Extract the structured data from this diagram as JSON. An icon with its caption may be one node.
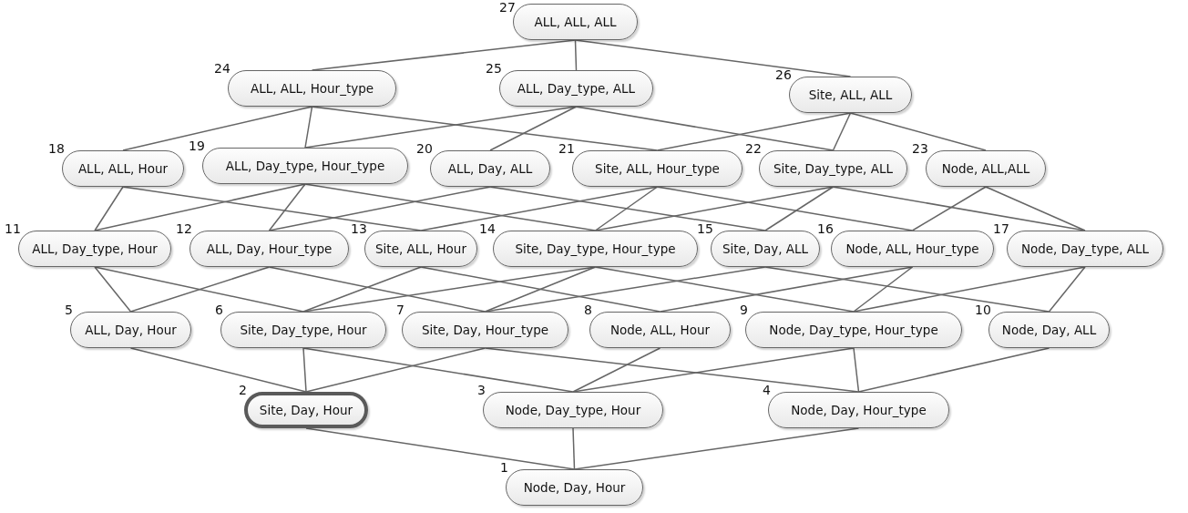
{
  "diagram": {
    "nodes": [
      {
        "text": [
          "ALL, ALL, ALL"
        ],
        "beside": [
          "27"
        ]
      },
      {
        "text": [
          "ALL, ALL, Hour_type"
        ],
        "beside": [
          "24"
        ]
      },
      {
        "text": [
          "ALL, Day_type, ALL"
        ],
        "beside": [
          "25"
        ]
      },
      {
        "text": [
          "Site, ALL, ALL"
        ],
        "beside": [
          "26"
        ]
      },
      {
        "text": [
          "ALL, ALL, Hour"
        ],
        "beside": [
          "18"
        ]
      },
      {
        "text": [
          "ALL, Day_type, Hour_type"
        ],
        "beside": [
          "19"
        ]
      },
      {
        "text": [
          "ALL, Day, ALL"
        ],
        "beside": [
          "20"
        ]
      },
      {
        "text": [
          "Site, ALL, Hour_type"
        ],
        "beside": [
          "21"
        ]
      },
      {
        "text": [
          "Site, Day_type, ALL"
        ],
        "beside": [
          "22"
        ]
      },
      {
        "text": [
          "Node, ALL,ALL"
        ],
        "beside": [
          "23"
        ]
      },
      {
        "text": [
          "ALL, Day_type, Hour"
        ],
        "beside": [
          "11"
        ]
      },
      {
        "text": [
          "ALL, Day, Hour_type"
        ],
        "beside": [
          "12"
        ]
      },
      {
        "text": [
          "Site, ALL, Hour"
        ],
        "beside": [
          "13"
        ]
      },
      {
        "text": [
          "Site, Day_type, Hour_type"
        ],
        "beside": [
          "14"
        ]
      },
      {
        "text": [
          "Site, Day, ALL"
        ],
        "beside": [
          "15"
        ]
      },
      {
        "text": [
          "Node, ALL, Hour_type"
        ],
        "beside": [
          "16"
        ]
      },
      {
        "text": [
          "Node, Day_type, ALL"
        ],
        "beside": [
          "17"
        ]
      },
      {
        "text": [
          "ALL, Day, Hour"
        ],
        "beside": [
          "5"
        ]
      },
      {
        "text": [
          "Site, Day_type, Hour"
        ],
        "beside": [
          "6"
        ]
      },
      {
        "text": [
          "Site, Day, Hour_type"
        ],
        "beside": [
          "7"
        ]
      },
      {
        "text": [
          "Node, ALL, Hour"
        ],
        "beside": [
          "8"
        ]
      },
      {
        "text": [
          "Node, Day_type, Hour_type"
        ],
        "beside": [
          "9"
        ]
      },
      {
        "text": [
          "Node, Day, ALL"
        ],
        "beside": [
          "10"
        ]
      },
      {
        "text": [
          "Site, Day, Hour"
        ],
        "beside": [
          "2"
        ]
      },
      {
        "text": [
          "Node, Day_type, Hour"
        ],
        "beside": [
          "3"
        ]
      },
      {
        "text": [
          "Node, Day, Hour_type"
        ],
        "beside": [
          "4"
        ]
      },
      {
        "text": [
          "Node, Day, Hour"
        ],
        "beside": [
          "1"
        ]
      }
    ],
    "edges": [
      {
        "from": 0,
        "to": 1,
        "arrow": "none"
      },
      {
        "from": 0,
        "to": 2,
        "arrow": "none"
      },
      {
        "from": 0,
        "to": 3,
        "arrow": "none"
      },
      {
        "from": 1,
        "to": 4,
        "arrow": "none"
      },
      {
        "from": 1,
        "to": 5,
        "arrow": "none"
      },
      {
        "from": 1,
        "to": 7,
        "arrow": "none"
      },
      {
        "from": 2,
        "to": 5,
        "arrow": "none"
      },
      {
        "from": 2,
        "to": 6,
        "arrow": "none"
      },
      {
        "from": 2,
        "to": 8,
        "arrow": "none"
      },
      {
        "from": 3,
        "to": 7,
        "arrow": "none"
      },
      {
        "from": 3,
        "to": 8,
        "arrow": "none"
      },
      {
        "from": 3,
        "to": 9,
        "arrow": "none"
      },
      {
        "from": 4,
        "to": 10,
        "arrow": "none"
      },
      {
        "from": 4,
        "to": 12,
        "arrow": "none"
      },
      {
        "from": 5,
        "to": 10,
        "arrow": "none"
      },
      {
        "from": 5,
        "to": 11,
        "arrow": "none"
      },
      {
        "from": 5,
        "to": 13,
        "arrow": "none"
      },
      {
        "from": 6,
        "to": 11,
        "arrow": "none"
      },
      {
        "from": 6,
        "to": 14,
        "arrow": "none"
      },
      {
        "from": 7,
        "to": 12,
        "arrow": "none"
      },
      {
        "from": 7,
        "to": 13,
        "arrow": "none"
      },
      {
        "from": 7,
        "to": 15,
        "arrow": "none"
      },
      {
        "from": 8,
        "to": 13,
        "arrow": "none"
      },
      {
        "from": 8,
        "to": 14,
        "arrow": "none"
      },
      {
        "from": 8,
        "to": 16,
        "arrow": "none"
      },
      {
        "from": 9,
        "to": 15,
        "arrow": "none"
      },
      {
        "from": 9,
        "to": 16,
        "arrow": "none"
      },
      {
        "from": 10,
        "to": 17,
        "arrow": "none"
      },
      {
        "from": 10,
        "to": 18,
        "arrow": "none"
      },
      {
        "from": 11,
        "to": 17,
        "arrow": "none"
      },
      {
        "from": 11,
        "to": 19,
        "arrow": "none"
      },
      {
        "from": 12,
        "to": 18,
        "arrow": "none"
      },
      {
        "from": 12,
        "to": 20,
        "arrow": "none"
      },
      {
        "from": 13,
        "to": 18,
        "arrow": "none"
      },
      {
        "from": 13,
        "to": 19,
        "arrow": "none"
      },
      {
        "from": 13,
        "to": 21,
        "arrow": "none"
      },
      {
        "from": 14,
        "to": 19,
        "arrow": "none"
      },
      {
        "from": 14,
        "to": 22,
        "arrow": "none"
      },
      {
        "from": 15,
        "to": 20,
        "arrow": "none"
      },
      {
        "from": 15,
        "to": 21,
        "arrow": "none"
      },
      {
        "from": 16,
        "to": 21,
        "arrow": "none"
      },
      {
        "from": 16,
        "to": 22,
        "arrow": "none"
      },
      {
        "from": 17,
        "to": 23,
        "arrow": "none"
      },
      {
        "from": 18,
        "to": 23,
        "arrow": "none"
      },
      {
        "from": 18,
        "to": 24,
        "arrow": "none"
      },
      {
        "from": 19,
        "to": 23,
        "arrow": "none"
      },
      {
        "from": 19,
        "to": 25,
        "arrow": "none"
      },
      {
        "from": 20,
        "to": 24,
        "arrow": "none"
      },
      {
        "from": 21,
        "to": 24,
        "arrow": "none"
      },
      {
        "from": 21,
        "to": 25,
        "arrow": "none"
      },
      {
        "from": 22,
        "to": 25,
        "arrow": "none"
      },
      {
        "from": 23,
        "to": 26,
        "arrow": "none"
      },
      {
        "from": 24,
        "to": 26,
        "arrow": "none"
      },
      {
        "from": 25,
        "to": 26,
        "arrow": "none"
      }
    ]
  }
}
